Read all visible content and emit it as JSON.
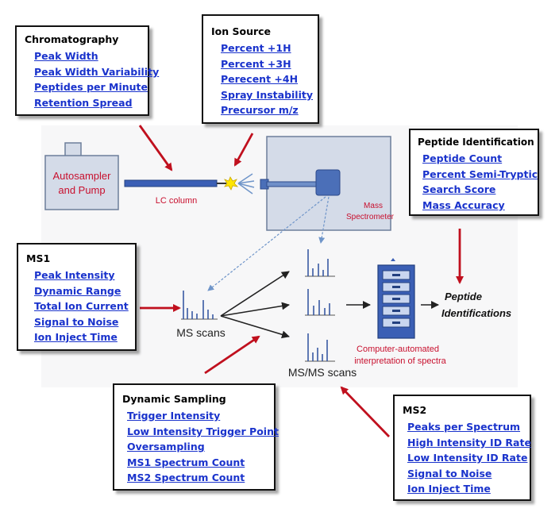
{
  "colors": {
    "link": "#1a33cc",
    "arrow_red": "#c0101e",
    "device_fill": "#d4dbe8",
    "device_stroke": "#6d7e9a",
    "column_fill": "#3b5fb5",
    "red_text": "#c8102e"
  },
  "illustration": {
    "autosampler": "Autosampler and Pump",
    "autosampler_line1": "Autosampler",
    "autosampler_line2": "and Pump",
    "lc_column": "LC column",
    "mass_spec_line1": "Mass",
    "mass_spec_line2": "Spectrometer",
    "ms_scans": "MS scans",
    "msms_scans": "MS/MS scans",
    "computer_line1": "Computer-automated",
    "computer_line2": "interpretation of spectra",
    "peptide_line1": "Peptide",
    "peptide_line2": "Identifications"
  },
  "boxes": {
    "chromatography": {
      "title": "Chromatography",
      "items": [
        "Peak Width",
        "Peak Width Variability",
        "Peptides per Minute",
        "Retention Spread"
      ]
    },
    "ion_source": {
      "title": "Ion Source",
      "items": [
        "Percent +1H",
        "Percent +3H",
        "Perecent +4H",
        "Spray Instability",
        "Precursor m/z"
      ]
    },
    "peptide_identification": {
      "title": "Peptide Identification",
      "items": [
        "Peptide Count",
        "Percent Semi-Tryptic",
        "Search Score",
        "Mass Accuracy"
      ]
    },
    "ms1": {
      "title": "MS1",
      "items": [
        "Peak Intensity",
        "Dynamic Range",
        "Total Ion Current",
        "Signal to Noise",
        "Ion Inject Time"
      ]
    },
    "dynamic_sampling": {
      "title": "Dynamic Sampling",
      "items": [
        "Trigger Intensity",
        "Low Intensity Trigger Point",
        "Oversampling",
        "MS1 Spectrum Count",
        "MS2 Spectrum Count"
      ]
    },
    "ms2": {
      "title": "MS2",
      "items": [
        "Peaks per Spectrum",
        "High Intensity ID Rate",
        "Low Intensity ID Rate",
        "Signal to Noise",
        "Ion Inject Time"
      ]
    }
  }
}
